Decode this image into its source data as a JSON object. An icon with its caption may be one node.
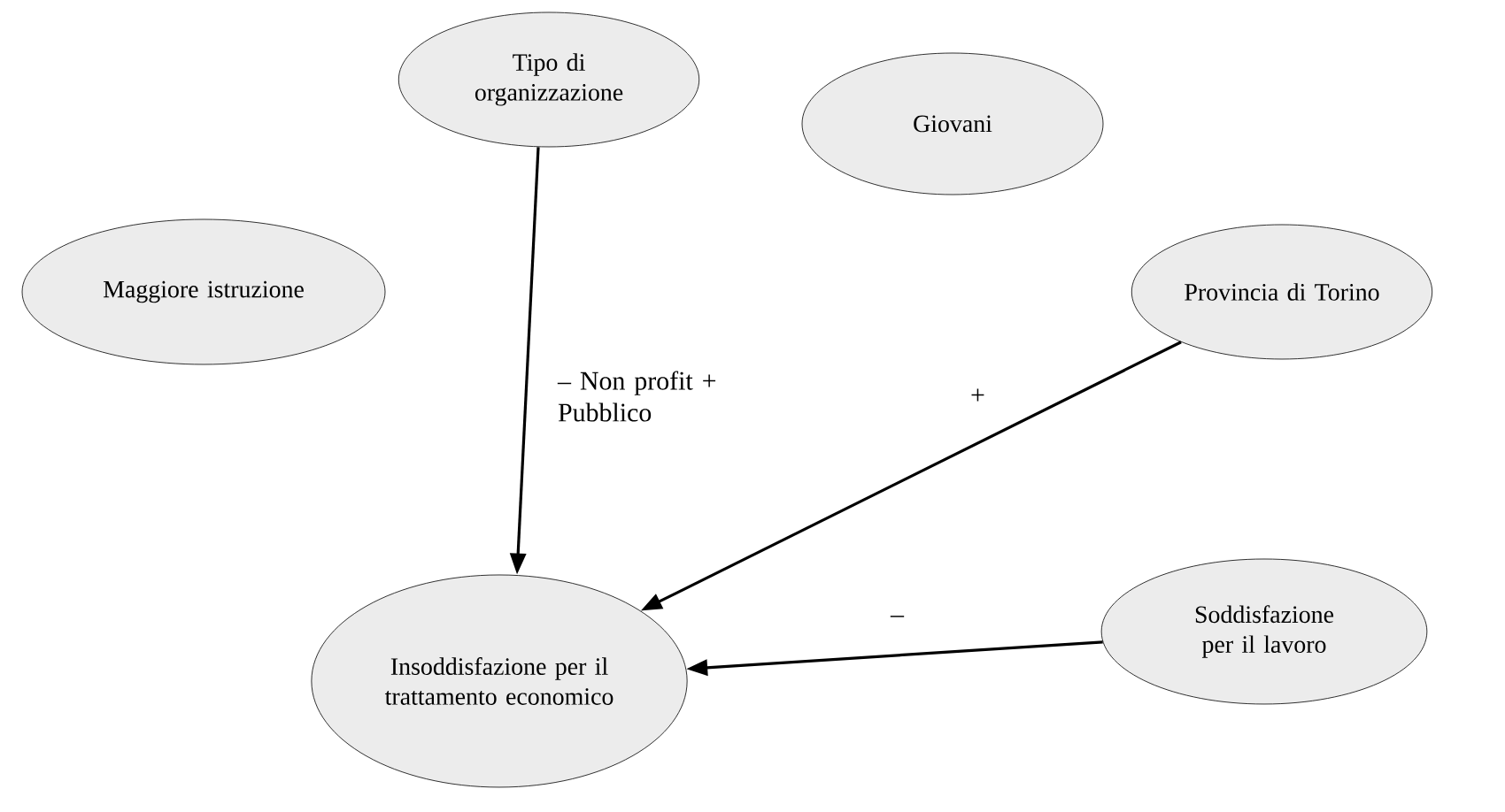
{
  "diagram": {
    "nodes": [
      {
        "text": [
          "Tipo di organizzazione"
        ]
      },
      {
        "text": [
          "Giovani"
        ]
      },
      {
        "text": [
          "Maggiore istruzione"
        ]
      },
      {
        "text": [
          "Provincia di Torino"
        ]
      },
      {
        "text": [
          "Insoddisfazione per il trattamento economico"
        ]
      },
      {
        "text": [
          "Soddisfazione per il lavoro"
        ]
      }
    ],
    "edges": [
      {
        "from": 0,
        "to": 4,
        "arrow": "to",
        "label": "– Non profit + Pubblico"
      },
      {
        "from": 3,
        "to": 4,
        "arrow": "to",
        "label": "+"
      },
      {
        "from": 5,
        "to": 4,
        "arrow": "to",
        "label": "–"
      }
    ]
  }
}
